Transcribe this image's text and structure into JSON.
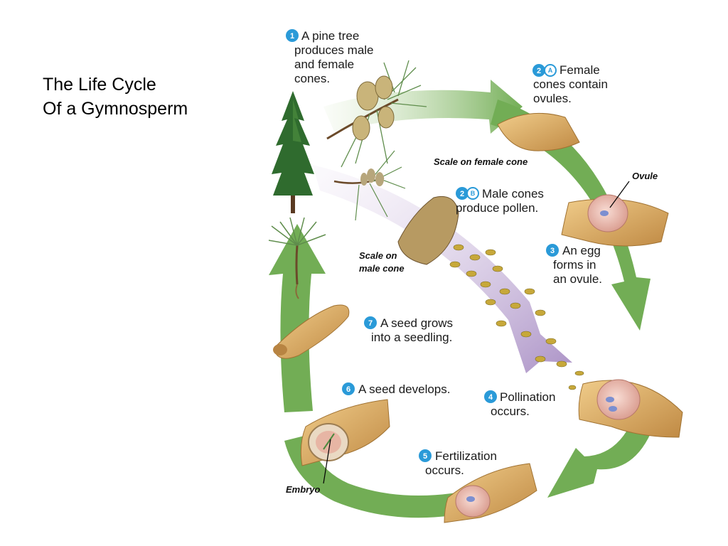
{
  "title": {
    "line1": "The Life Cycle",
    "line2": "Of a Gymnosperm"
  },
  "steps": [
    {
      "badge": "1",
      "letter": "",
      "lines": [
        "A pine tree",
        "produces male",
        "and female",
        "cones."
      ]
    },
    {
      "badge": "2",
      "letter": "A",
      "lines": [
        "Female",
        "cones contain",
        "ovules."
      ]
    },
    {
      "badge": "2",
      "letter": "B",
      "lines": [
        "Male cones",
        "produce pollen."
      ]
    },
    {
      "badge": "3",
      "letter": "",
      "lines": [
        "An egg",
        "forms in",
        "an ovule."
      ]
    },
    {
      "badge": "4",
      "letter": "",
      "lines": [
        "Pollination",
        "occurs."
      ]
    },
    {
      "badge": "5",
      "letter": "",
      "lines": [
        "Fertilization",
        "occurs."
      ]
    },
    {
      "badge": "6",
      "letter": "",
      "lines": [
        "A seed develops."
      ]
    },
    {
      "badge": "7",
      "letter": "",
      "lines": [
        "A seed grows",
        "into a seedling."
      ]
    }
  ],
  "labels": {
    "scale_female": "Scale on female cone",
    "ovule": "Ovule",
    "scale_male_1": "Scale on",
    "scale_male_2": "male cone",
    "embryo": "Embryo"
  },
  "colors": {
    "cycle_arrow": "#72ad55",
    "pollen_arrow": "#b9a3cf",
    "badge": "#2a9ad8",
    "scale": "#d8aa62",
    "ovule": "#eab8a8",
    "tree": "#2f6b2e"
  }
}
